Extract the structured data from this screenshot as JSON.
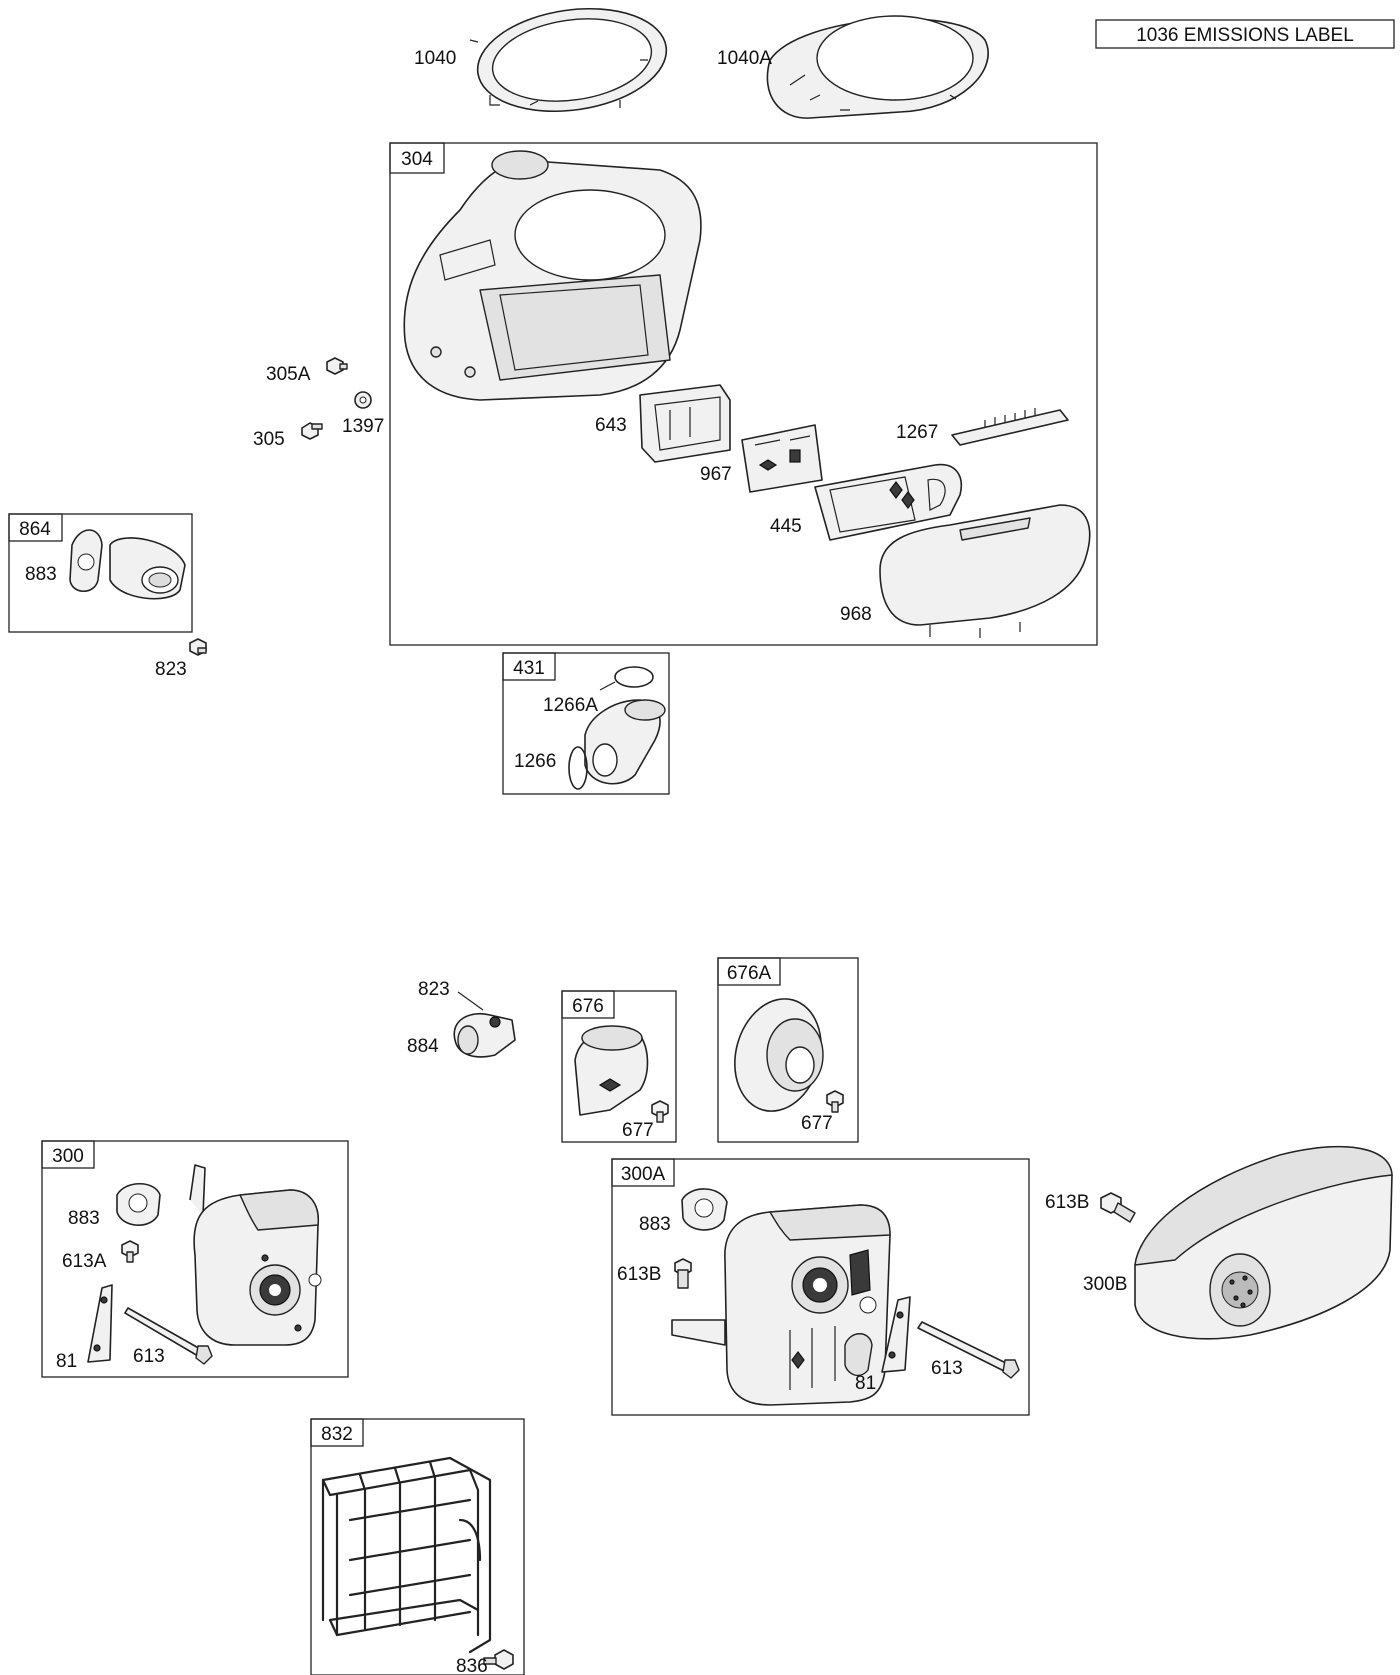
{
  "emissions_label": "1036 EMISSIONS LABEL",
  "groups": {
    "g304": "304",
    "g864": "864",
    "g431": "431",
    "g676": "676",
    "g676A": "676A",
    "g300": "300",
    "g300A": "300A",
    "g832": "832"
  },
  "parts": {
    "p1040": "1040",
    "p1040A": "1040A",
    "p305A": "305A",
    "p305": "305",
    "p1397": "1397",
    "p643": "643",
    "p967": "967",
    "p1267": "1267",
    "p445": "445",
    "p968": "968",
    "p883a": "883",
    "p823a": "823",
    "p1266A": "1266A",
    "p1266": "1266",
    "p823b": "823",
    "p884": "884",
    "p677a": "677",
    "p677b": "677",
    "p883b": "883",
    "p613Aa": "613A",
    "p81a": "81",
    "p613a": "613",
    "p883c": "883",
    "p613Bb": "613B",
    "p81b": "81",
    "p613b": "613",
    "p613Bc": "613B",
    "p300B": "300B",
    "p836": "836"
  }
}
